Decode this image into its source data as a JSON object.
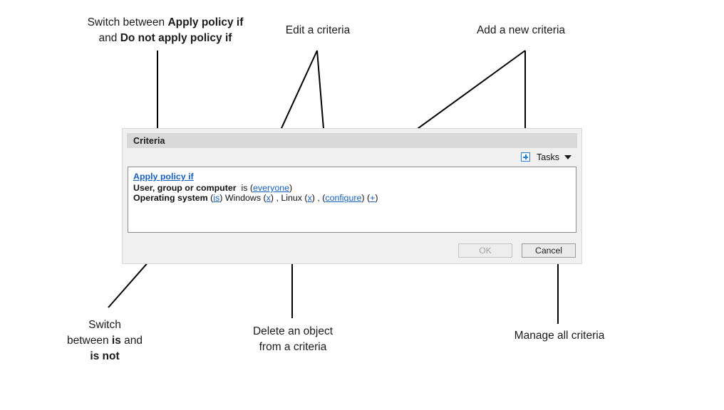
{
  "annotations": [
    {
      "id": "switch-apply",
      "text_parts": [
        "Switch between ",
        "Apply policy if",
        " and ",
        "Do not apply policy if"
      ],
      "plain_text": "Switch between Apply policy if and Do not apply policy if"
    },
    {
      "id": "edit-criteria",
      "plain_text": "Edit a criteria"
    },
    {
      "id": "add-criteria",
      "plain_text": "Add a new criteria"
    },
    {
      "id": "switch-is",
      "plain_text": "Switch between is and is not"
    },
    {
      "id": "delete-object",
      "plain_text": "Delete an object from a criteria"
    },
    {
      "id": "manage-all",
      "plain_text": "Manage all criteria"
    }
  ],
  "annotation_text": {
    "switch_apply_1": "Switch between ",
    "switch_apply_bold_1": "Apply policy if",
    "switch_apply_2": "and ",
    "switch_apply_bold_2": "Do not apply policy if",
    "edit_criteria": "Edit a criteria",
    "add_criteria": "Add a new criteria",
    "switch_is_1": "Switch",
    "switch_is_2": "between ",
    "switch_is_bold_1": "is",
    "switch_is_3": " and",
    "switch_is_bold_2": "is not",
    "delete_object_1": "Delete an object",
    "delete_object_2": "from a criteria",
    "manage_all": "Manage all criteria"
  },
  "dialog": {
    "title": "Criteria",
    "toolbar": {
      "add_icon": "plus-icon",
      "tasks_label": "Tasks",
      "caret_icon": "chevron-down-icon"
    },
    "criteria": {
      "policy_mode_link": "Apply policy if",
      "rows": [
        {
          "label": "User, group or computer",
          "operator": "is",
          "operator_is_link": false,
          "open_paren": "(",
          "values": [
            {
              "name": "everyone",
              "remove": null
            }
          ],
          "close_paren": ")",
          "configure": null,
          "add": null
        },
        {
          "label": "Operating system",
          "operator": "is",
          "operator_is_link": true,
          "open_paren": "(",
          "values": [
            {
              "name": "Windows",
              "remove": "(x)"
            },
            {
              "name": "Linux",
              "remove": "(x)"
            }
          ],
          "close_paren": ")",
          "configure": "(configure)",
          "add": "(+)",
          "separator": " , "
        }
      ]
    },
    "footer": {
      "ok_label": "OK",
      "ok_disabled": true,
      "cancel_label": "Cancel"
    }
  },
  "colors": {
    "link": "#1560bd",
    "accent_plus": "#1f7fd6",
    "dialog_bg": "#f0f0f0",
    "titlebar_bg": "#d9d9d9",
    "listbox_bg": "#ffffff",
    "listbox_border": "#8d8d8d",
    "leader_line": "#000000",
    "page_bg": "#ffffff"
  }
}
